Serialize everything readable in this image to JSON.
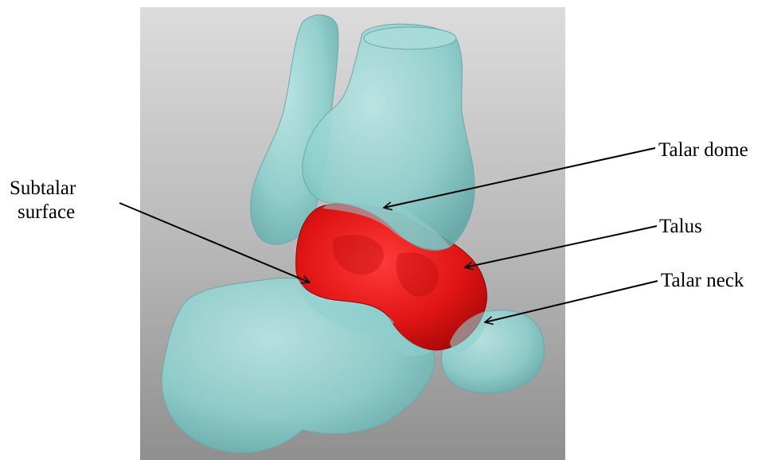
{
  "figure": {
    "background_color": "#ffffff",
    "viewport_gradient": [
      "#dadada",
      "#9a9a9a"
    ],
    "bone_color": "#8ed0cf",
    "talus_color": "#e01414"
  },
  "labels": {
    "talar_dome": "Talar dome",
    "talus": "Talus",
    "talar_neck": "Talar neck",
    "subtalar_line1": "Subtalar",
    "subtalar_line2": "surface"
  }
}
